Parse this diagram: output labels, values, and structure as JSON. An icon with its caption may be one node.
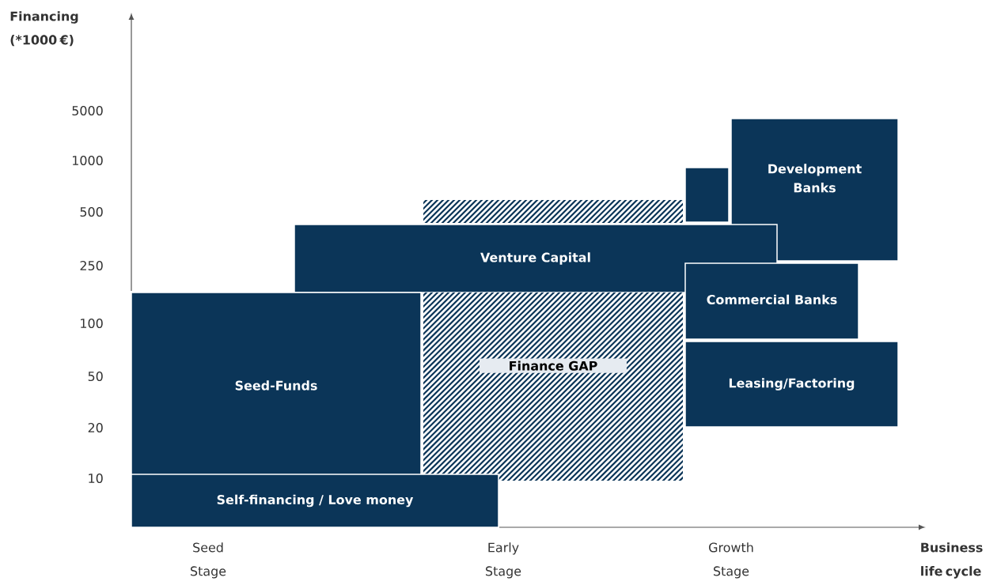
{
  "diagram": {
    "nodes": [
      {
        "text": [
          "Development Banks"
        ]
      },
      {
        "text": [],
        "shape": "box"
      },
      {
        "text": [
          "Venture Capital"
        ]
      },
      {
        "text": [
          "Commercial Banks"
        ]
      },
      {
        "text": [
          "Finance GAP"
        ]
      },
      {
        "text": [
          "Leasing/Factoring"
        ]
      },
      {
        "text": [
          "Seed-Funds"
        ]
      },
      {
        "text": [
          "Self-financing / Love money"
        ]
      }
    ],
    "labels": [
      "Financing (*1000 €)",
      "5000",
      "1000",
      "500",
      "250",
      "100",
      "50",
      "20",
      "10",
      "Seed Stage",
      "Early Stage",
      "Growth Stage",
      "Business life cycle"
    ]
  }
}
